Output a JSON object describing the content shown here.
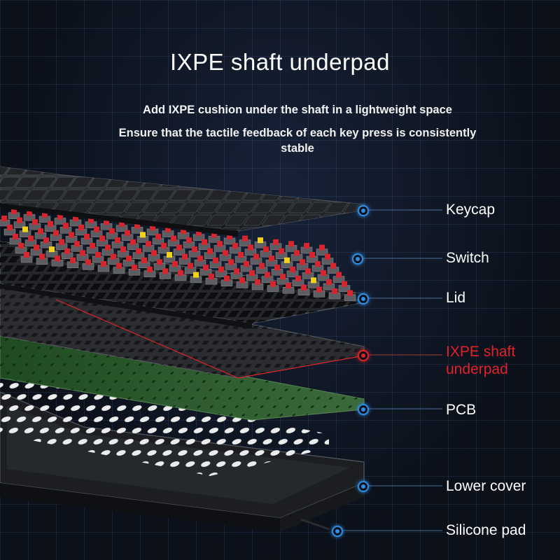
{
  "header": {
    "title": "IXPE shaft underpad",
    "subtitle_line1": "Add IXPE cushion under the shaft in a lightweight space",
    "subtitle_line2": "Ensure that the tactile feedback of each key press is consistently stable"
  },
  "layers": [
    {
      "id": "keycap",
      "label": "Keycap"
    },
    {
      "id": "switch",
      "label": "Switch"
    },
    {
      "id": "lid",
      "label": "Lid"
    },
    {
      "id": "ixpe",
      "label_line1": "IXPE shaft",
      "label_line2": "underpad"
    },
    {
      "id": "pcb",
      "label": "PCB"
    },
    {
      "id": "lower-cover",
      "label": "Lower cover"
    },
    {
      "id": "silicone-pad",
      "label": "Silicone pad"
    }
  ],
  "colors": {
    "background": "#0b1019",
    "grid": "#465f8c",
    "callout_blue": "#2f8fe6",
    "callout_red": "#e0222a",
    "switch_stem_red": "#d4262e",
    "switch_stem_yellow": "#f0d21e",
    "pcb_green": "#2d5a2c",
    "plate": "#2a2c30",
    "silicone": "#e8e8e8"
  }
}
